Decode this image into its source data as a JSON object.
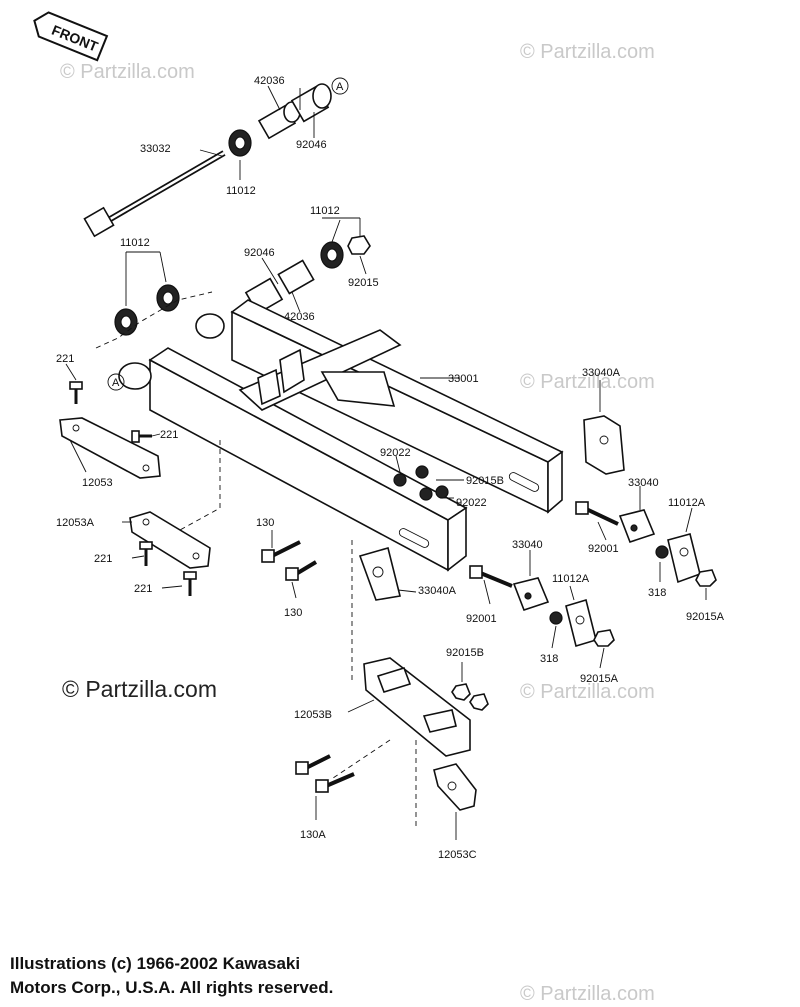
{
  "front_tag": "FRONT",
  "watermark": "© Partzilla.com",
  "copyright_lines": [
    "Illustrations (c) 1966-2002 Kawasaki",
    "Motors Corp., U.S.A.  All rights reserved."
  ],
  "callouts": [
    {
      "id": "42036-top",
      "text": "42036"
    },
    {
      "id": "ref-a-top",
      "text": "A"
    },
    {
      "id": "92046-top",
      "text": "92046"
    },
    {
      "id": "33032",
      "text": "33032"
    },
    {
      "id": "11012-top",
      "text": "11012"
    },
    {
      "id": "11012-mid",
      "text": "11012"
    },
    {
      "id": "92046-mid",
      "text": "92046"
    },
    {
      "id": "92015",
      "text": "92015"
    },
    {
      "id": "11012-left",
      "text": "11012"
    },
    {
      "id": "42036-mid",
      "text": "42036"
    },
    {
      "id": "221-a",
      "text": "221"
    },
    {
      "id": "ref-a-left",
      "text": "A"
    },
    {
      "id": "33001",
      "text": "33001"
    },
    {
      "id": "33040A-top",
      "text": "33040A"
    },
    {
      "id": "221-b",
      "text": "221"
    },
    {
      "id": "12053",
      "text": "12053"
    },
    {
      "id": "92022-a",
      "text": "92022"
    },
    {
      "id": "92015B-a",
      "text": "92015B"
    },
    {
      "id": "92022-b",
      "text": "92022"
    },
    {
      "id": "33040-right",
      "text": "33040"
    },
    {
      "id": "11012A-right",
      "text": "11012A"
    },
    {
      "id": "12053A",
      "text": "12053A"
    },
    {
      "id": "130-a",
      "text": "130"
    },
    {
      "id": "92001-right",
      "text": "92001"
    },
    {
      "id": "221-c",
      "text": "221"
    },
    {
      "id": "221-d",
      "text": "221"
    },
    {
      "id": "33040-mid",
      "text": "33040"
    },
    {
      "id": "318-right",
      "text": "318"
    },
    {
      "id": "92015A-right",
      "text": "92015A"
    },
    {
      "id": "11012A-mid",
      "text": "11012A"
    },
    {
      "id": "33040A-mid",
      "text": "33040A"
    },
    {
      "id": "130-b",
      "text": "130"
    },
    {
      "id": "92001-mid",
      "text": "92001"
    },
    {
      "id": "92015B-b",
      "text": "92015B"
    },
    {
      "id": "318-mid",
      "text": "318"
    },
    {
      "id": "92015A-mid",
      "text": "92015A"
    },
    {
      "id": "12053B",
      "text": "12053B"
    },
    {
      "id": "130A",
      "text": "130A"
    },
    {
      "id": "12053C",
      "text": "12053C"
    }
  ]
}
